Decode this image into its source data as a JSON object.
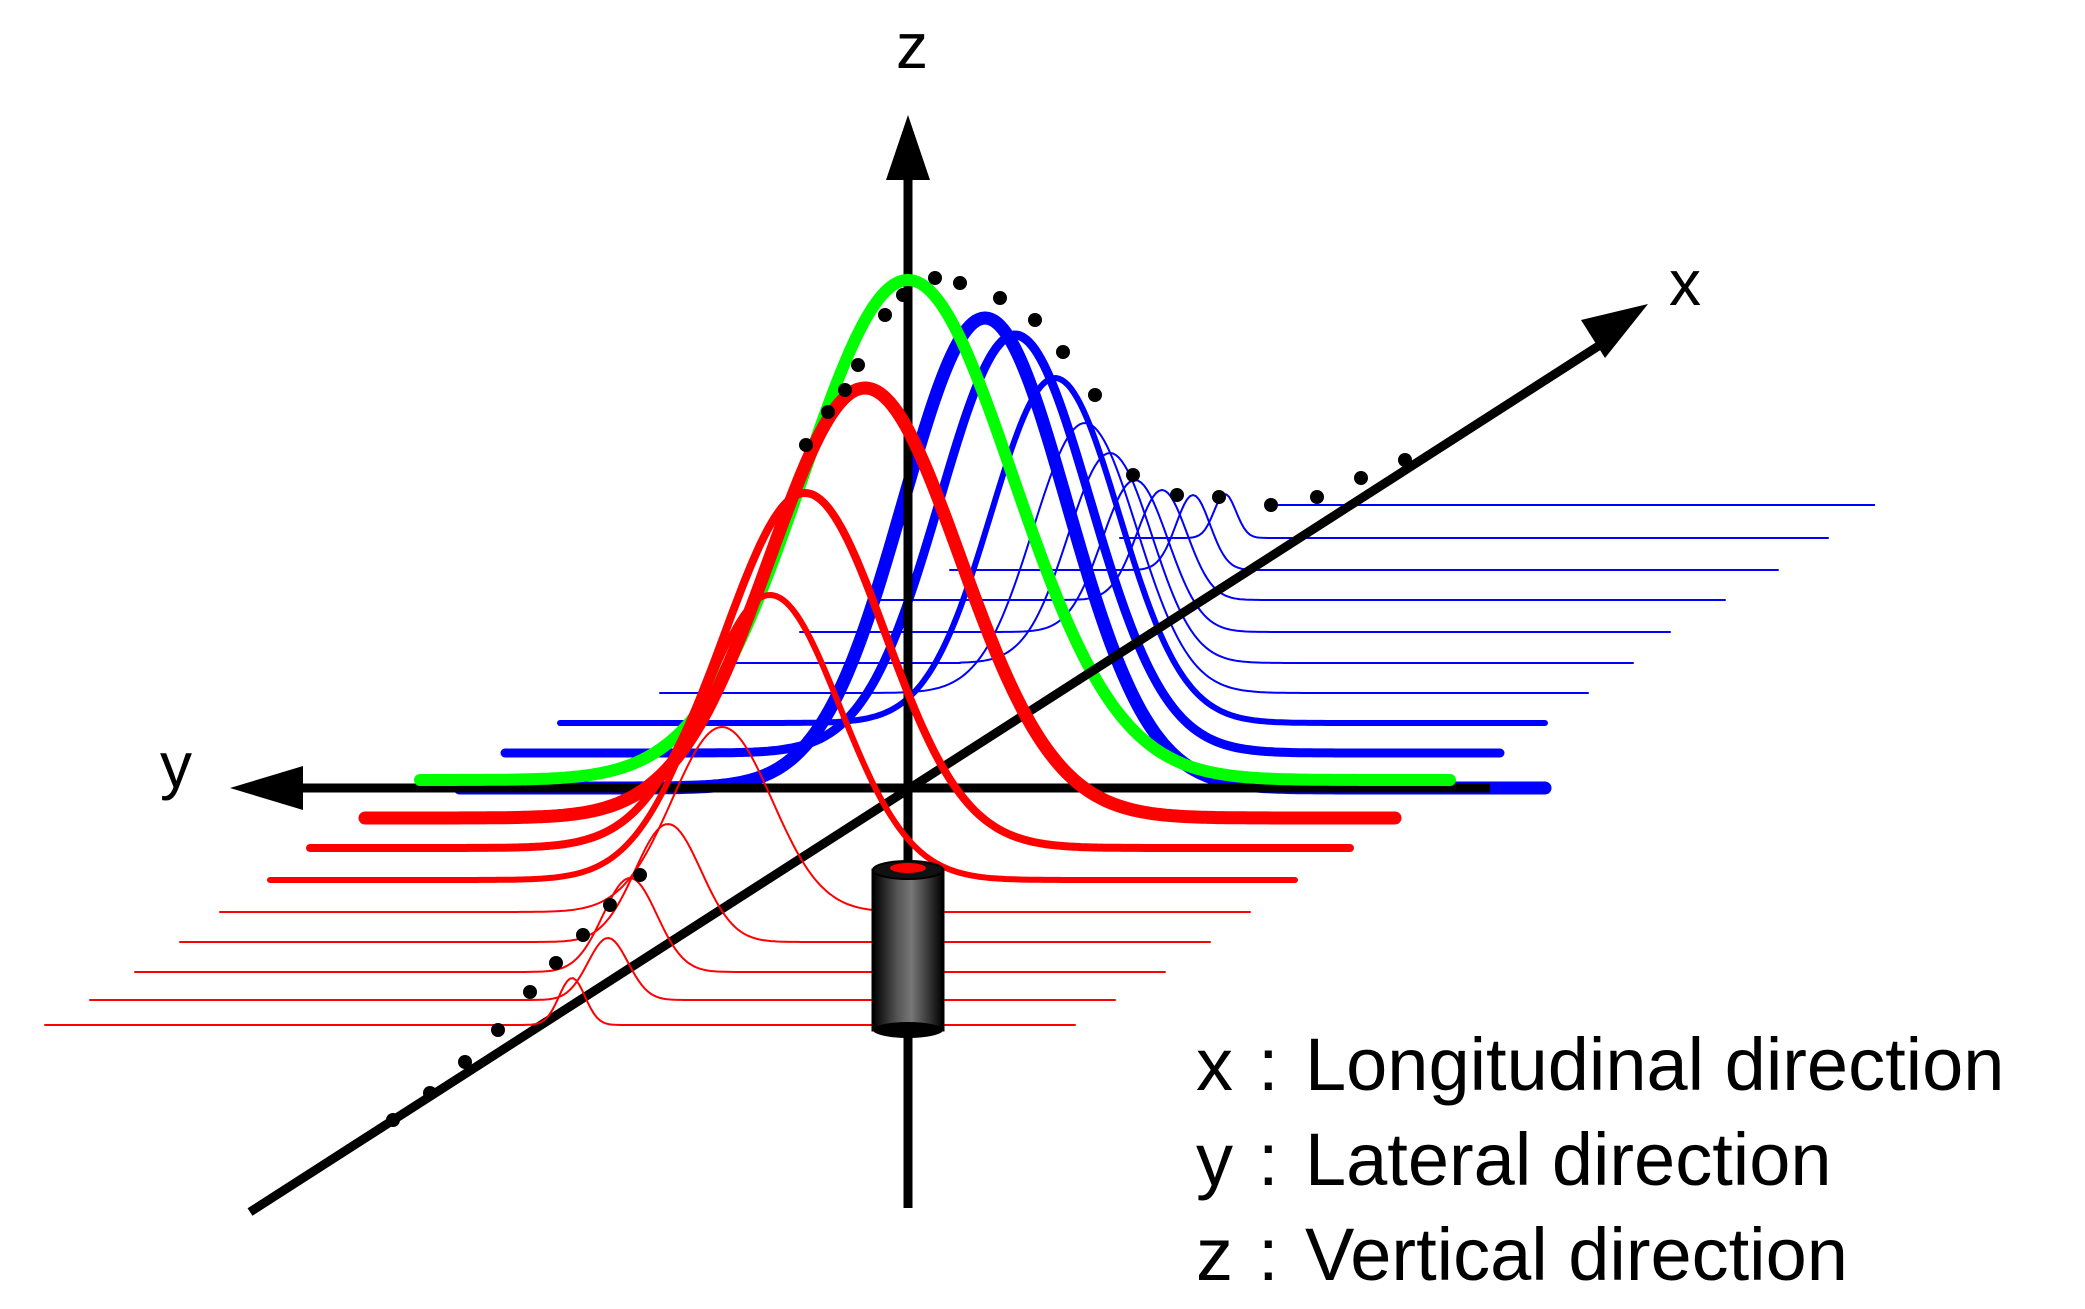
{
  "axes": {
    "x_label": "x",
    "y_label": "y",
    "z_label": "z"
  },
  "legend": [
    {
      "key": "x",
      "sep": ":",
      "text": "Longitudinal direction"
    },
    {
      "key": "y",
      "sep": ":",
      "text": "Lateral direction"
    },
    {
      "key": "z",
      "sep": ":",
      "text": "Vertical direction"
    }
  ],
  "colors": {
    "axis": "#000000",
    "upwind_profiles": "#0000ff",
    "downwind_profiles": "#ff0000",
    "source_profile": "#00ff00",
    "centerline_dots": "#000000",
    "source_stack": "#111111"
  },
  "icons": {
    "source": "cylinder-stack-icon"
  }
}
